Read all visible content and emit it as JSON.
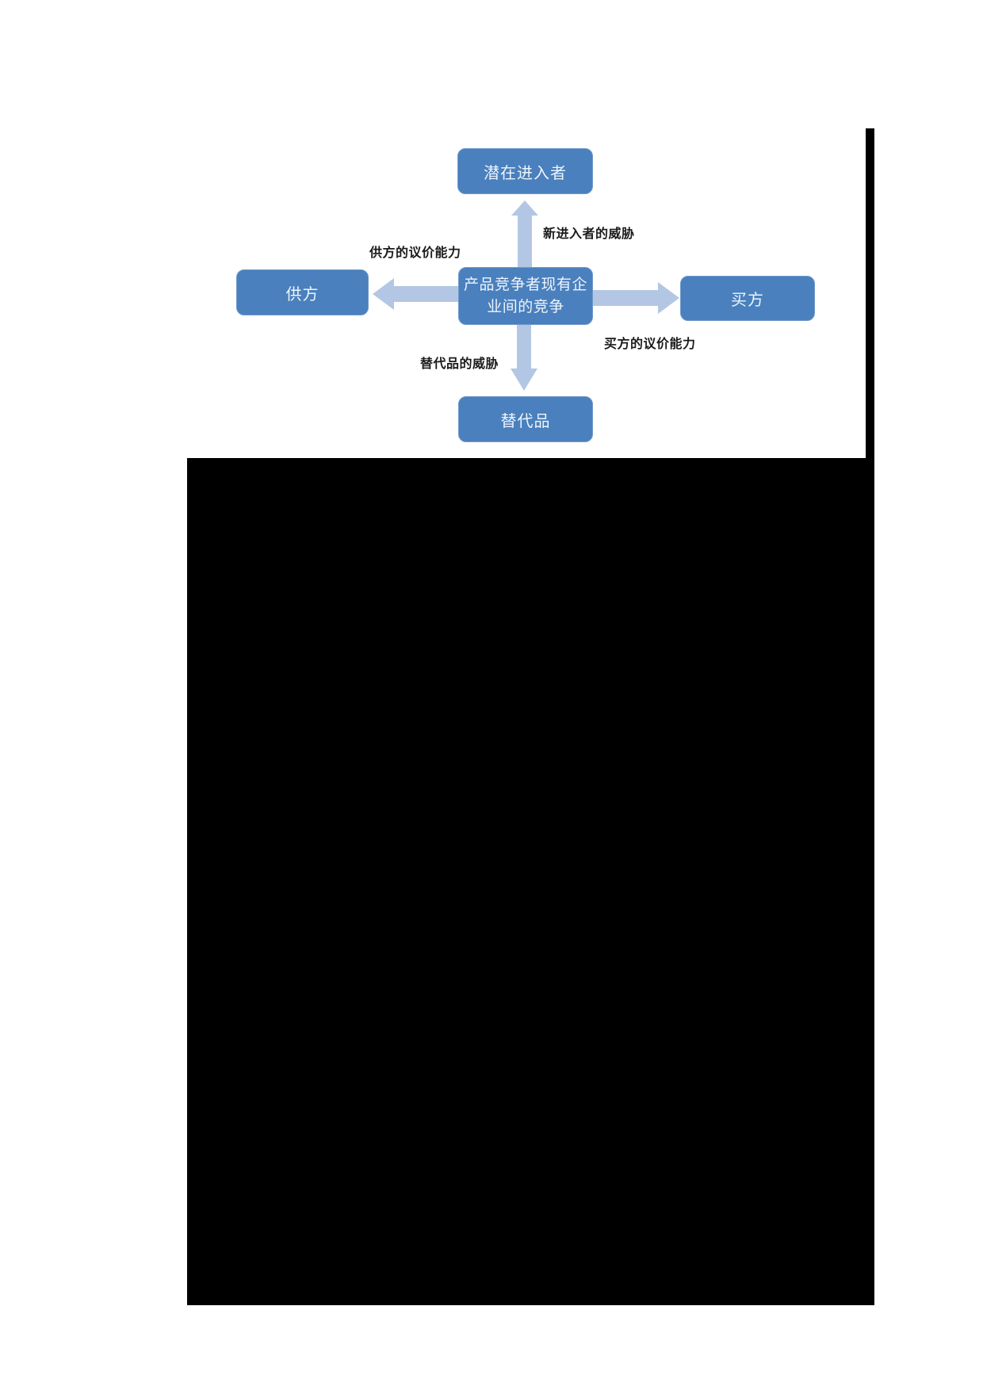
{
  "page": {
    "background": "#ffffff"
  },
  "diagram": {
    "type": "five-forces-model",
    "colors": {
      "box_fill": "#4a80bd",
      "box_border": "#6f99ca",
      "box_text": "#eef4fb",
      "arrow": "#b3c7e4",
      "label_text": "#1b1b1b",
      "mask": "#000000"
    },
    "boxes": {
      "top": {
        "label": "潜在进入者"
      },
      "center": {
        "label": "产品竞争者现有企\n业间的竞争"
      },
      "left": {
        "label": "供方"
      },
      "right": {
        "label": "买方"
      },
      "bottom": {
        "label": "替代品"
      }
    },
    "edge_labels": {
      "new_entrants_threat": "新进入者的威胁",
      "supplier_bargaining_power": "供方的议价能力",
      "buyer_bargaining_power": "买方的议价能力",
      "substitutes_threat": "替代品的威胁"
    },
    "arrows": [
      {
        "name": "center-to-top",
        "direction": "up"
      },
      {
        "name": "center-to-bottom",
        "direction": "down"
      },
      {
        "name": "center-to-left",
        "direction": "left"
      },
      {
        "name": "center-to-right",
        "direction": "right"
      }
    ]
  }
}
